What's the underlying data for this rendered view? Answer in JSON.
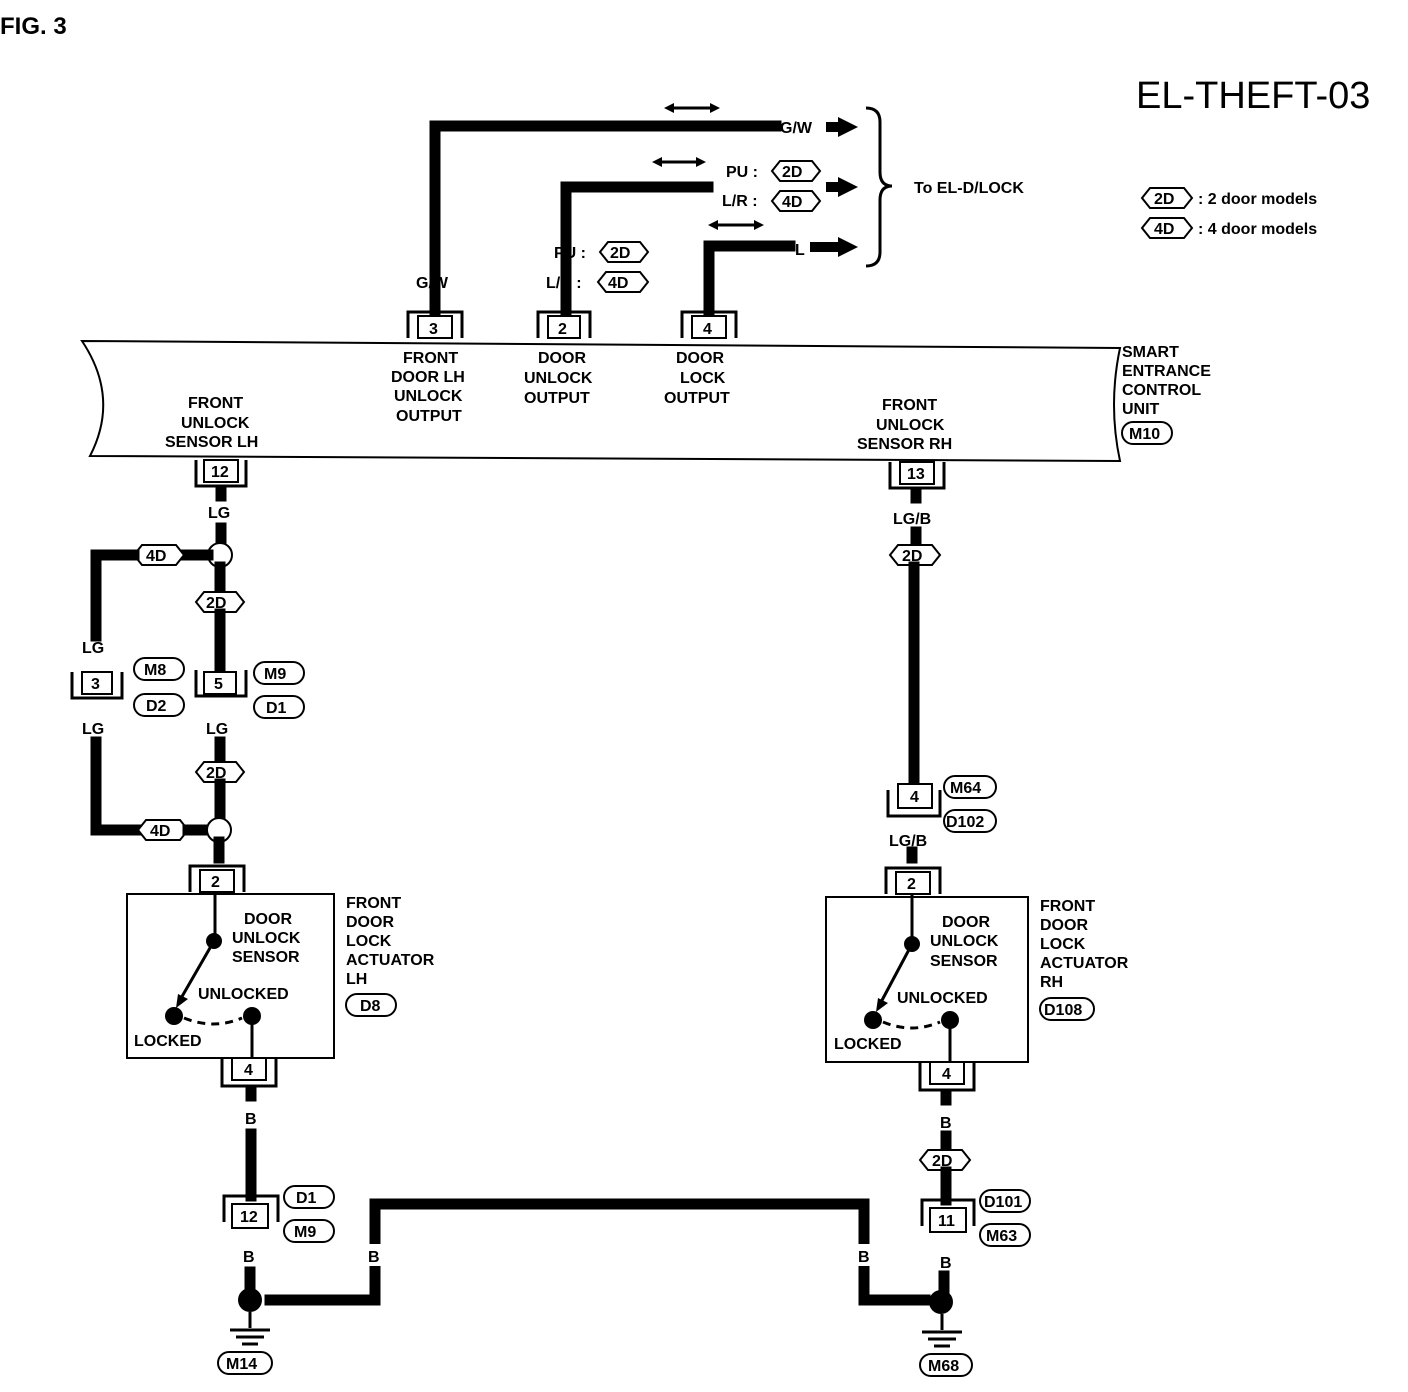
{
  "figure": "FIG. 3",
  "diagram_id": "EL-THEFT-03",
  "legend": [
    {
      "tag": "2D",
      "text": ": 2 door models"
    },
    {
      "tag": "4D",
      "text": ": 4 door models"
    }
  ],
  "to_label": "To EL-D/LOCK",
  "unit": {
    "lines": [
      "SMART",
      "ENTRANCE",
      "CONTROL",
      "UNIT"
    ],
    "connector": "M10"
  },
  "pins_top": [
    {
      "pin": "3",
      "lines": [
        "FRONT",
        "DOOR LH",
        "UNLOCK",
        "OUTPUT"
      ],
      "wire": "G/W"
    },
    {
      "pin": "2",
      "lines": [
        "DOOR",
        "UNLOCK",
        "OUTPUT"
      ],
      "wire_pu": "PU :",
      "wire_lr": "L/R :"
    },
    {
      "pin": "4",
      "lines": [
        "DOOR",
        "LOCK",
        "OUTPUT"
      ],
      "wire": "L"
    }
  ],
  "outputs": [
    {
      "label": "G/W"
    },
    {
      "label_pu": "PU :",
      "label_lr": "L/R :"
    },
    {
      "label": "L"
    }
  ],
  "pins_bottom": [
    {
      "pin": "12",
      "lines": [
        "FRONT",
        "UNLOCK",
        "SENSOR LH"
      ]
    },
    {
      "pin": "13",
      "lines": [
        "FRONT",
        "UNLOCK",
        "SENSOR RH"
      ]
    }
  ],
  "left": {
    "wire_lg": "LG",
    "tag_2d": "2D",
    "tag_4d": "4D",
    "conn_a": {
      "pin": "3",
      "top": "M8",
      "bottom": "D2"
    },
    "conn_b": {
      "pin": "5",
      "top": "M9",
      "bottom": "D1"
    },
    "actuator": {
      "pin_top": "2",
      "pin_bottom": "4",
      "sensor_lines": [
        "DOOR",
        "UNLOCK",
        "SENSOR"
      ],
      "unlocked": "UNLOCKED",
      "locked": "LOCKED",
      "name_lines": [
        "FRONT",
        "DOOR",
        "LOCK",
        "ACTUATOR",
        "LH"
      ],
      "connector": "D8"
    },
    "wire_b": "B",
    "conn_c": {
      "pin": "12",
      "top": "D1",
      "bottom": "M9"
    },
    "ground": "M14"
  },
  "right": {
    "wire_lgb": "LG/B",
    "tag_2d": "2D",
    "conn_a": {
      "pin": "4",
      "top": "M64",
      "bottom": "D102"
    },
    "actuator": {
      "pin_top": "2",
      "pin_bottom": "4",
      "sensor_lines": [
        "DOOR",
        "UNLOCK",
        "SENSOR"
      ],
      "unlocked": "UNLOCKED",
      "locked": "LOCKED",
      "name_lines": [
        "FRONT",
        "DOOR",
        "LOCK",
        "ACTUATOR",
        "RH"
      ],
      "connector": "D108"
    },
    "wire_b": "B",
    "conn_c": {
      "pin": "11",
      "top": "D101",
      "bottom": "M63"
    },
    "ground": "M68"
  },
  "cross_wire": "B"
}
